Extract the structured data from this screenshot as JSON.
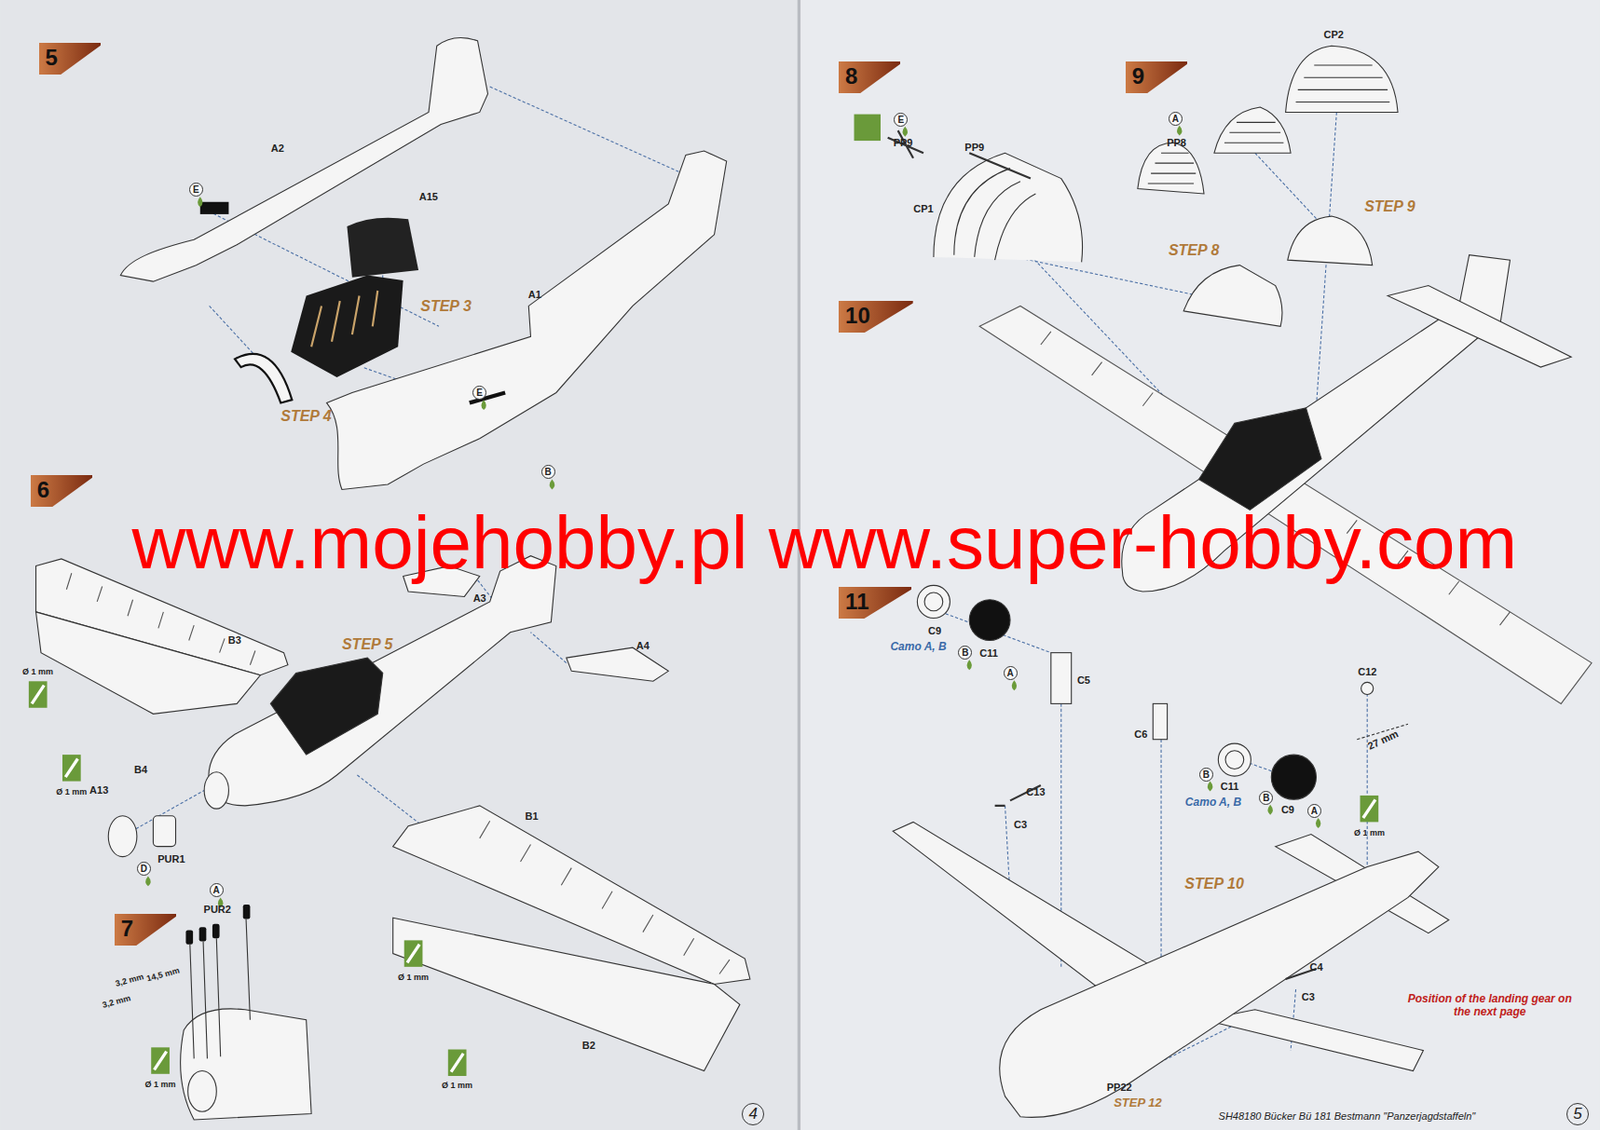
{
  "diagram": {
    "nodes": [
      {
        "text": [
          "5"
        ]
      },
      {
        "text": [
          "E"
        ]
      },
      {
        "text": [
          "E"
        ]
      },
      {
        "text": [
          "B"
        ]
      },
      {
        "text": [
          "6"
        ]
      },
      {
        "text": [
          "D"
        ]
      },
      {
        "text": [
          "A"
        ]
      },
      {
        "text": [
          "7"
        ]
      },
      {
        "text": [
          "4"
        ]
      },
      {
        "text": [
          "8"
        ]
      },
      {
        "text": [
          "E"
        ]
      },
      {
        "text": [
          "9"
        ]
      },
      {
        "text": [
          "A"
        ]
      },
      {
        "text": [
          "10"
        ]
      },
      {
        "text": [
          "11"
        ]
      },
      {
        "text": [
          "B"
        ]
      },
      {
        "text": [
          "A"
        ]
      },
      {
        "text": [
          "B"
        ]
      },
      {
        "text": [
          "B"
        ]
      },
      {
        "text": [
          "A"
        ]
      },
      {
        "text": [
          "5"
        ]
      }
    ],
    "labels": [
      "A2",
      "A15",
      "STEP 3",
      "A1",
      "STEP 4",
      "A3",
      "B3",
      "STEP 5",
      "A4",
      "Ø 1 mm",
      "Ø 1 mm",
      "B4",
      "A13",
      "PUR1",
      "PUR2",
      "3,2 mm",
      "14,5 mm",
      "3,2 mm",
      "Ø 1 mm",
      "B1",
      "Ø 1 mm",
      "Ø 1 mm",
      "B2",
      "PP9",
      "PP9",
      "CP1",
      "PP8",
      "CP2",
      "STEP 9",
      "STEP 8",
      "www.mojehobby.pl www.super-hobby.com",
      "C9",
      "Camo A, B",
      "C11",
      "C5",
      "C12",
      "C6",
      "C11",
      "Camo A, B",
      "C9",
      "27 mm",
      "Ø 1 mm",
      "C13",
      "C3",
      "STEP 10",
      "C4",
      "C3",
      "Position of the landing gear on the next page",
      "PP22",
      "STEP 12",
      "SH48180 Bücker Bü 181 Bestmann \"Panzerjagdstaffeln\""
    ]
  }
}
